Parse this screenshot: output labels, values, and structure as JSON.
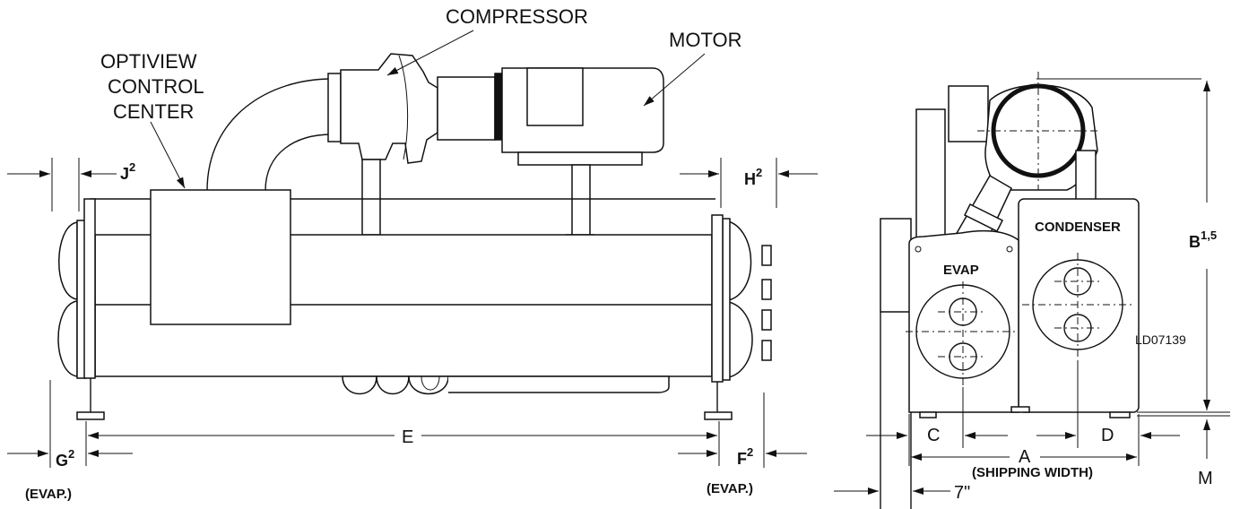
{
  "side_view": {
    "compressor_label": "COMPRESSOR",
    "motor_label": "MOTOR",
    "optiview_line1": "OPTIVIEW",
    "optiview_line2": "CONTROL",
    "optiview_line3": "CENTER",
    "dim_j": "J",
    "dim_j_sup": "2",
    "dim_h": "H",
    "dim_h_sup": "2",
    "dim_e": "E",
    "dim_g": "G",
    "dim_g_sup": "2",
    "dim_g_note": "(EVAP.)",
    "dim_f": "F",
    "dim_f_sup": "2",
    "dim_f_note": "(EVAP.)"
  },
  "end_view": {
    "condenser_label": "CONDENSER",
    "evap_label": "EVAP",
    "dim_b": "B",
    "dim_b_sup": "1,5",
    "drawing_id": "LD07139",
    "dim_c": "C",
    "dim_d": "D",
    "dim_a": "A",
    "dim_a_note": "(SHIPPING WIDTH)",
    "dim_m": "M",
    "dim_7": "7\""
  }
}
